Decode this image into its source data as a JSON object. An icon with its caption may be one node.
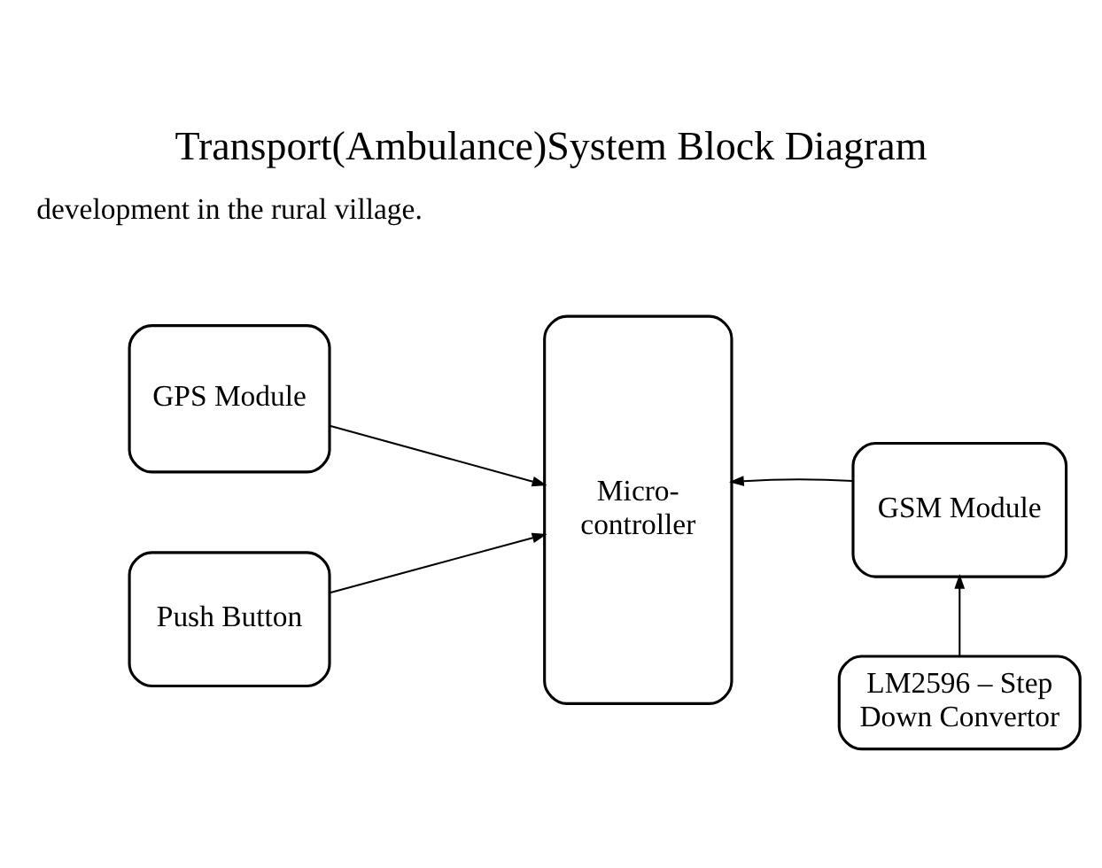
{
  "diagram": {
    "title": "Transport(Ambulance)System Block Diagram",
    "nodes": [
      {
        "text": [
          "GPS Module"
        ]
      },
      {
        "text": [
          "Push Button"
        ]
      },
      {
        "text": [
          "Micro- controller"
        ]
      },
      {
        "text": [
          "GSM Module"
        ]
      },
      {
        "text": [
          "LM2596 – Step Down Convertor"
        ]
      }
    ],
    "edges": [
      {
        "from": 0,
        "to": 2,
        "arrow": "to"
      },
      {
        "from": 1,
        "to": 2,
        "arrow": "to"
      },
      {
        "from": 3,
        "to": 2,
        "arrow": "to"
      },
      {
        "from": 4,
        "to": 3,
        "arrow": "to"
      }
    ],
    "labels": [
      "development in the rural village."
    ]
  }
}
